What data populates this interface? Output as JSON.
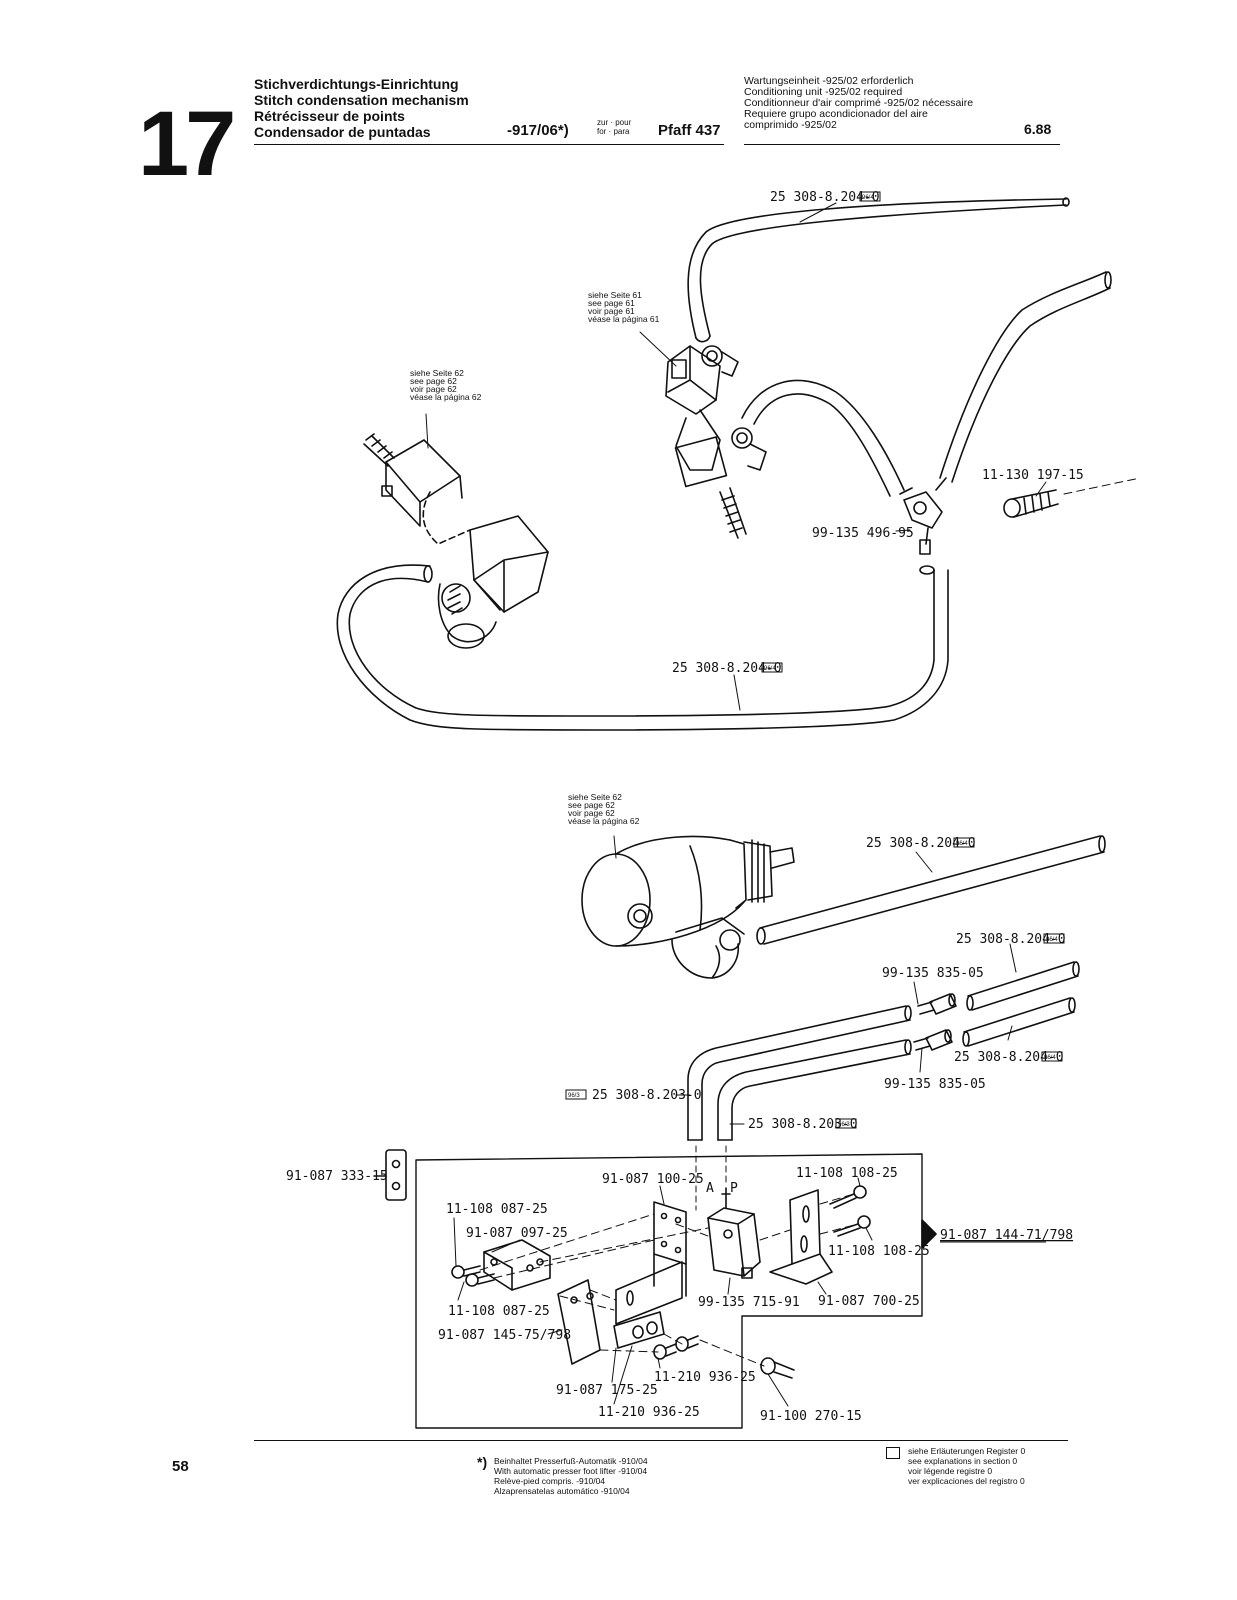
{
  "header": {
    "section_number": "17",
    "titles": [
      "Stichverdichtungs-Einrichtung",
      "Stitch condensation mechanism",
      "Rétrécisseur de points",
      "Condensador de puntadas"
    ],
    "model_code": "-917/06*)",
    "zur_pour": "zur · pour",
    "for_para": "for · para",
    "machine": "Pfaff 437",
    "notes": [
      "Wartungseinheit -925/02 erforderlich",
      "Conditioning unit -925/02 required",
      "Conditionneur d'air comprimé -925/02 nécessaire",
      "Requiere grupo acondicionador del aire",
      "comprimido -925/02"
    ],
    "date": "6.88"
  },
  "references": {
    "see_page_61": [
      "siehe Seite 61",
      "see page 61",
      "voir page 61",
      "véase la página 61"
    ],
    "see_page_62_a": [
      "siehe Seite 62",
      "see page 62",
      "voir page 62",
      "véase la página 62"
    ],
    "see_page_62_b": [
      "siehe Seite 62",
      "see page 62",
      "voir page 62",
      "véase la página 62"
    ]
  },
  "parts": {
    "hose_top": "25 308-8.204-0",
    "hose_top_reg": "96/4",
    "screw_right": "11-130 197-15",
    "tee_connector": "99-135 496-95",
    "hose_loop": "25 308-8.204-0",
    "hose_loop_reg": "96/4",
    "hose_mid": "25 308-8.204-0",
    "hose_mid_reg": "96/4",
    "hose_r1": "25 308-8.204-0",
    "hose_r1_reg": "96/4",
    "fitting_1": "99-135 835-05",
    "fitting_2": "99-135 835-05",
    "hose_r2": "25 308-8.204-0",
    "hose_r2_reg": "96/4",
    "hose_l203": "25 308-8.203-0",
    "hose_l203_reg": "96/3",
    "hose_r203": "25 308-8.203-0",
    "hose_r203_reg": "96/3",
    "plate_left": "91-087 333-15",
    "bracket_top": "91-087 100-25",
    "screw_108_a": "11-108 108-25",
    "screw_087_a": "11-108 087-25",
    "bracket_097": "91-087 097-25",
    "assembly": "91-087 144-71/798",
    "screw_108_b": "11-108 108-25",
    "screw_087_b": "11-108 087-25",
    "valve": "99-135 715-91",
    "bracket_700": "91-087 700-25",
    "plate_145": "91-087 145-75/798",
    "plate_175": "91-087 175-25",
    "screw_210_a": "11-210 936-25",
    "screw_210_b": "11-210 936-25",
    "screw_100": "91-100 270-15",
    "port_a": "A",
    "port_p": "P"
  },
  "footer": {
    "page_number": "58",
    "star": "*)",
    "notes": [
      "Beinhaltet Presserfuß-Automatik -910/04",
      "With automatic presser foot lifter -910/04",
      "Relève-pied compris. -910/04",
      "Alzaprensatelas automático -910/04"
    ],
    "register": [
      "siehe Erläuterungen Register 0",
      "see explanations in section 0",
      "voir légende registre 0",
      "ver explicaciones del registro 0"
    ]
  }
}
